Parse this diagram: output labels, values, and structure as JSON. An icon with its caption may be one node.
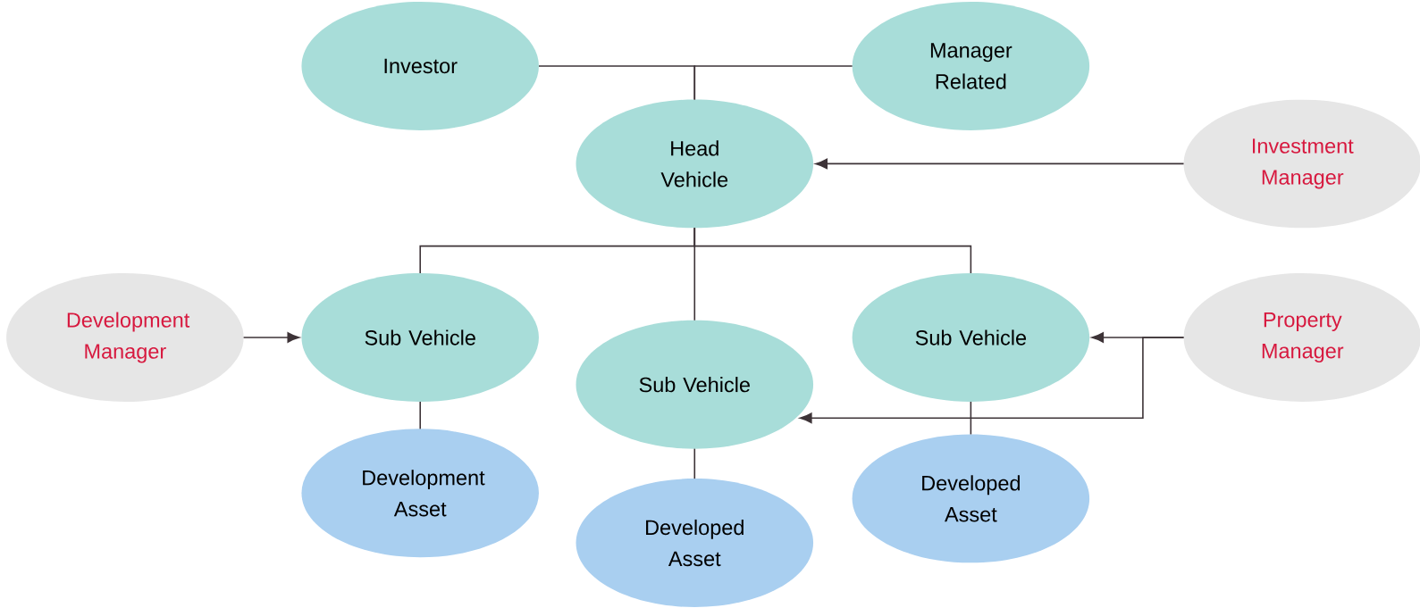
{
  "diagram": {
    "nodes": [
      {
        "text": [
          "Investor"
        ]
      },
      {
        "text": [
          "Manager Related"
        ]
      },
      {
        "text": [
          "Head Vehicle"
        ]
      },
      {
        "text": [
          "Investment Manager"
        ]
      },
      {
        "text": [
          "Development Manager"
        ]
      },
      {
        "text": [
          "Sub Vehicle"
        ]
      },
      {
        "text": [
          "Sub Vehicle"
        ]
      },
      {
        "text": [
          "Sub Vehicle"
        ]
      },
      {
        "text": [
          "Property Manager"
        ]
      },
      {
        "text": [
          "Development Asset"
        ]
      },
      {
        "text": [
          "Developed Asset"
        ]
      },
      {
        "text": [
          "Developed Asset"
        ]
      }
    ],
    "edges": [
      {
        "from": 0,
        "to": 2,
        "arrow": "none"
      },
      {
        "from": 1,
        "to": 2,
        "arrow": "none"
      },
      {
        "from": 3,
        "to": 2,
        "arrow": "to"
      },
      {
        "from": 2,
        "to": 5,
        "arrow": "none"
      },
      {
        "from": 2,
        "to": 6,
        "arrow": "none"
      },
      {
        "from": 2,
        "to": 7,
        "arrow": "none"
      },
      {
        "from": 4,
        "to": 5,
        "arrow": "to"
      },
      {
        "from": 8,
        "to": 7,
        "arrow": "to"
      },
      {
        "from": 8,
        "to": 6,
        "arrow": "to"
      },
      {
        "from": 5,
        "to": 9,
        "arrow": "none"
      },
      {
        "from": 6,
        "to": 10,
        "arrow": "none"
      },
      {
        "from": 7,
        "to": 11,
        "arrow": "none"
      }
    ]
  }
}
